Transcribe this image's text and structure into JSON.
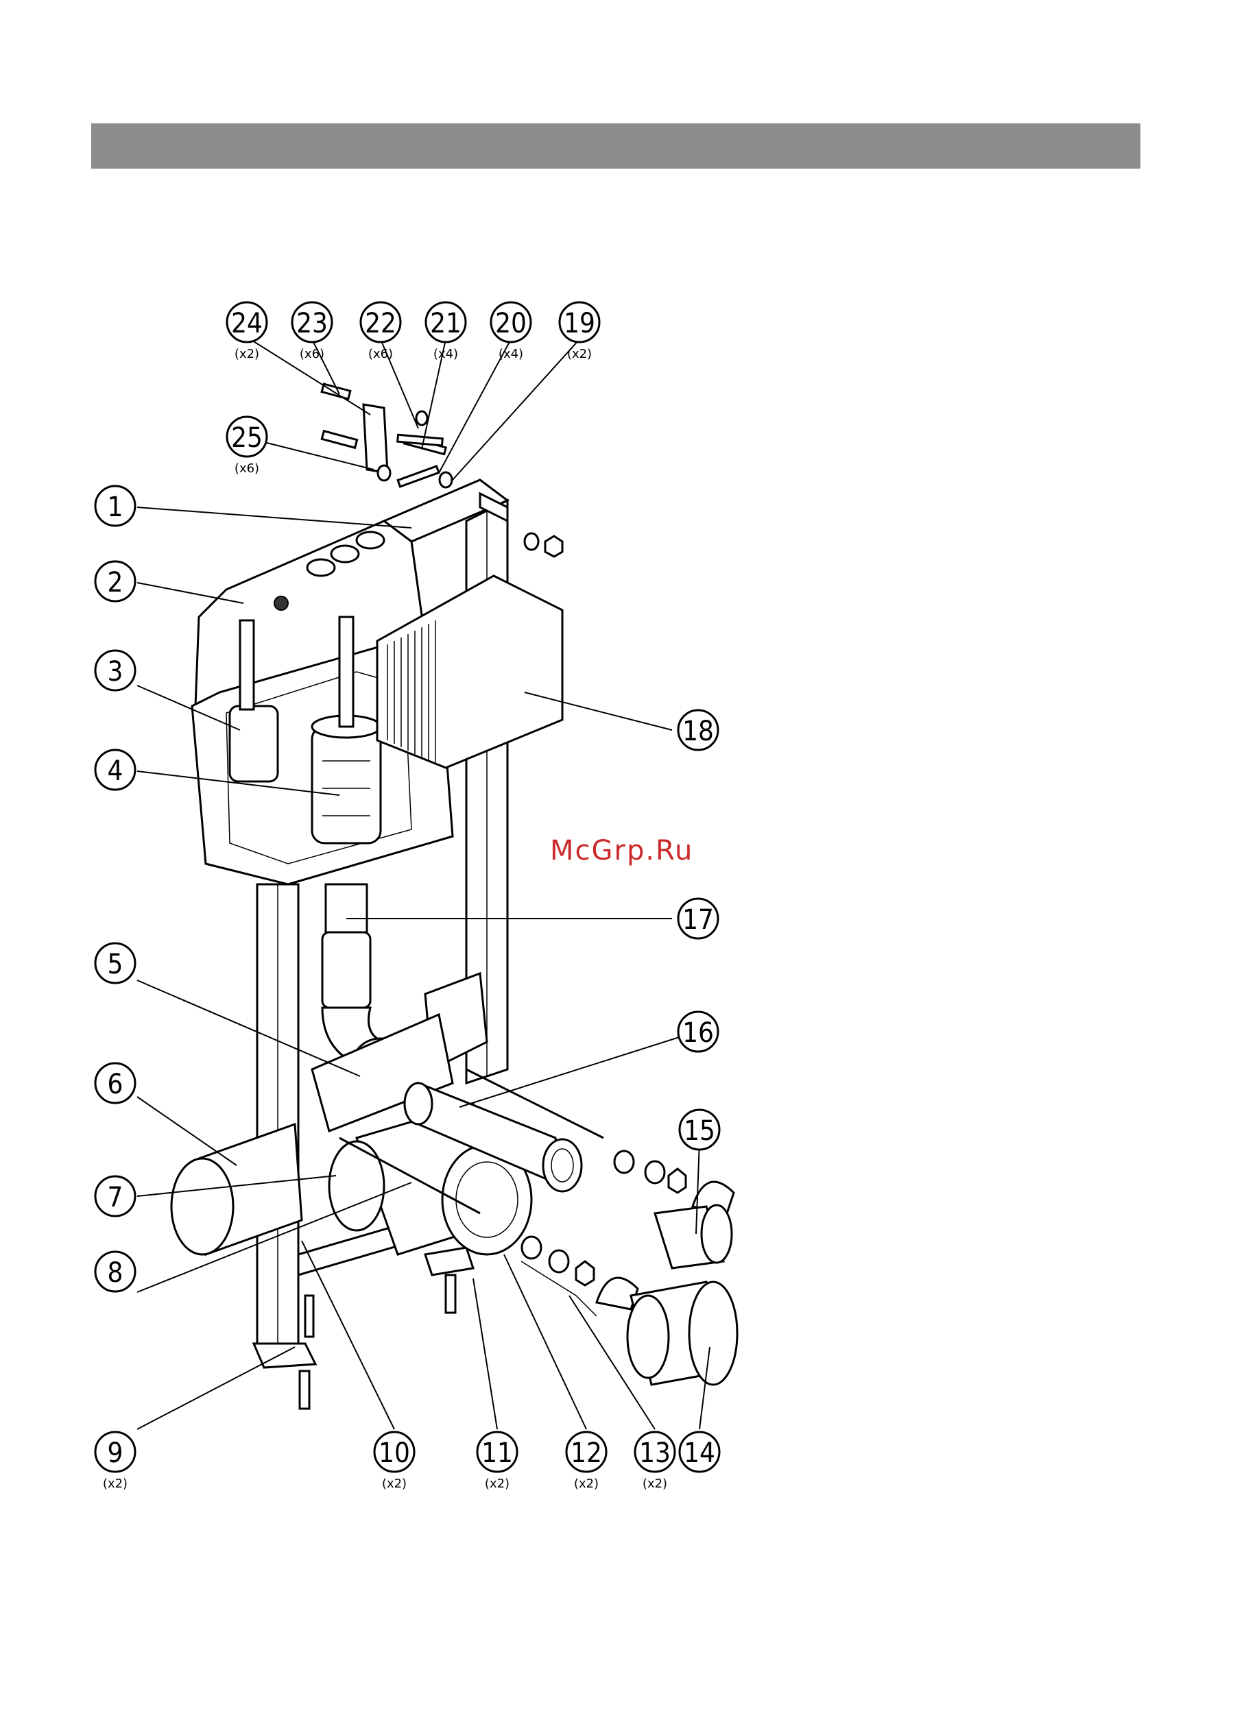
{
  "watermark": "McGrp.Ru",
  "colors": {
    "header_bar": "#8c8c8c",
    "watermark": "#cc2a2a"
  },
  "callouts": [
    {
      "n": "1"
    },
    {
      "n": "2"
    },
    {
      "n": "3"
    },
    {
      "n": "4"
    },
    {
      "n": "5"
    },
    {
      "n": "6"
    },
    {
      "n": "7"
    },
    {
      "n": "8"
    },
    {
      "n": "9",
      "qty": "(x2)"
    },
    {
      "n": "10",
      "qty": "(x2)"
    },
    {
      "n": "11",
      "qty": "(x2)"
    },
    {
      "n": "12",
      "qty": "(x2)"
    },
    {
      "n": "13",
      "qty": "(x2)"
    },
    {
      "n": "14"
    },
    {
      "n": "15"
    },
    {
      "n": "16"
    },
    {
      "n": "17"
    },
    {
      "n": "18"
    },
    {
      "n": "19",
      "qty": "(x2)"
    },
    {
      "n": "20",
      "qty": "(x4)"
    },
    {
      "n": "21",
      "qty": "(x4)"
    },
    {
      "n": "22",
      "qty": "(x6)"
    },
    {
      "n": "23",
      "qty": "(x6)"
    },
    {
      "n": "24",
      "qty": "(x2)"
    },
    {
      "n": "25",
      "qty": "(x6)"
    }
  ]
}
